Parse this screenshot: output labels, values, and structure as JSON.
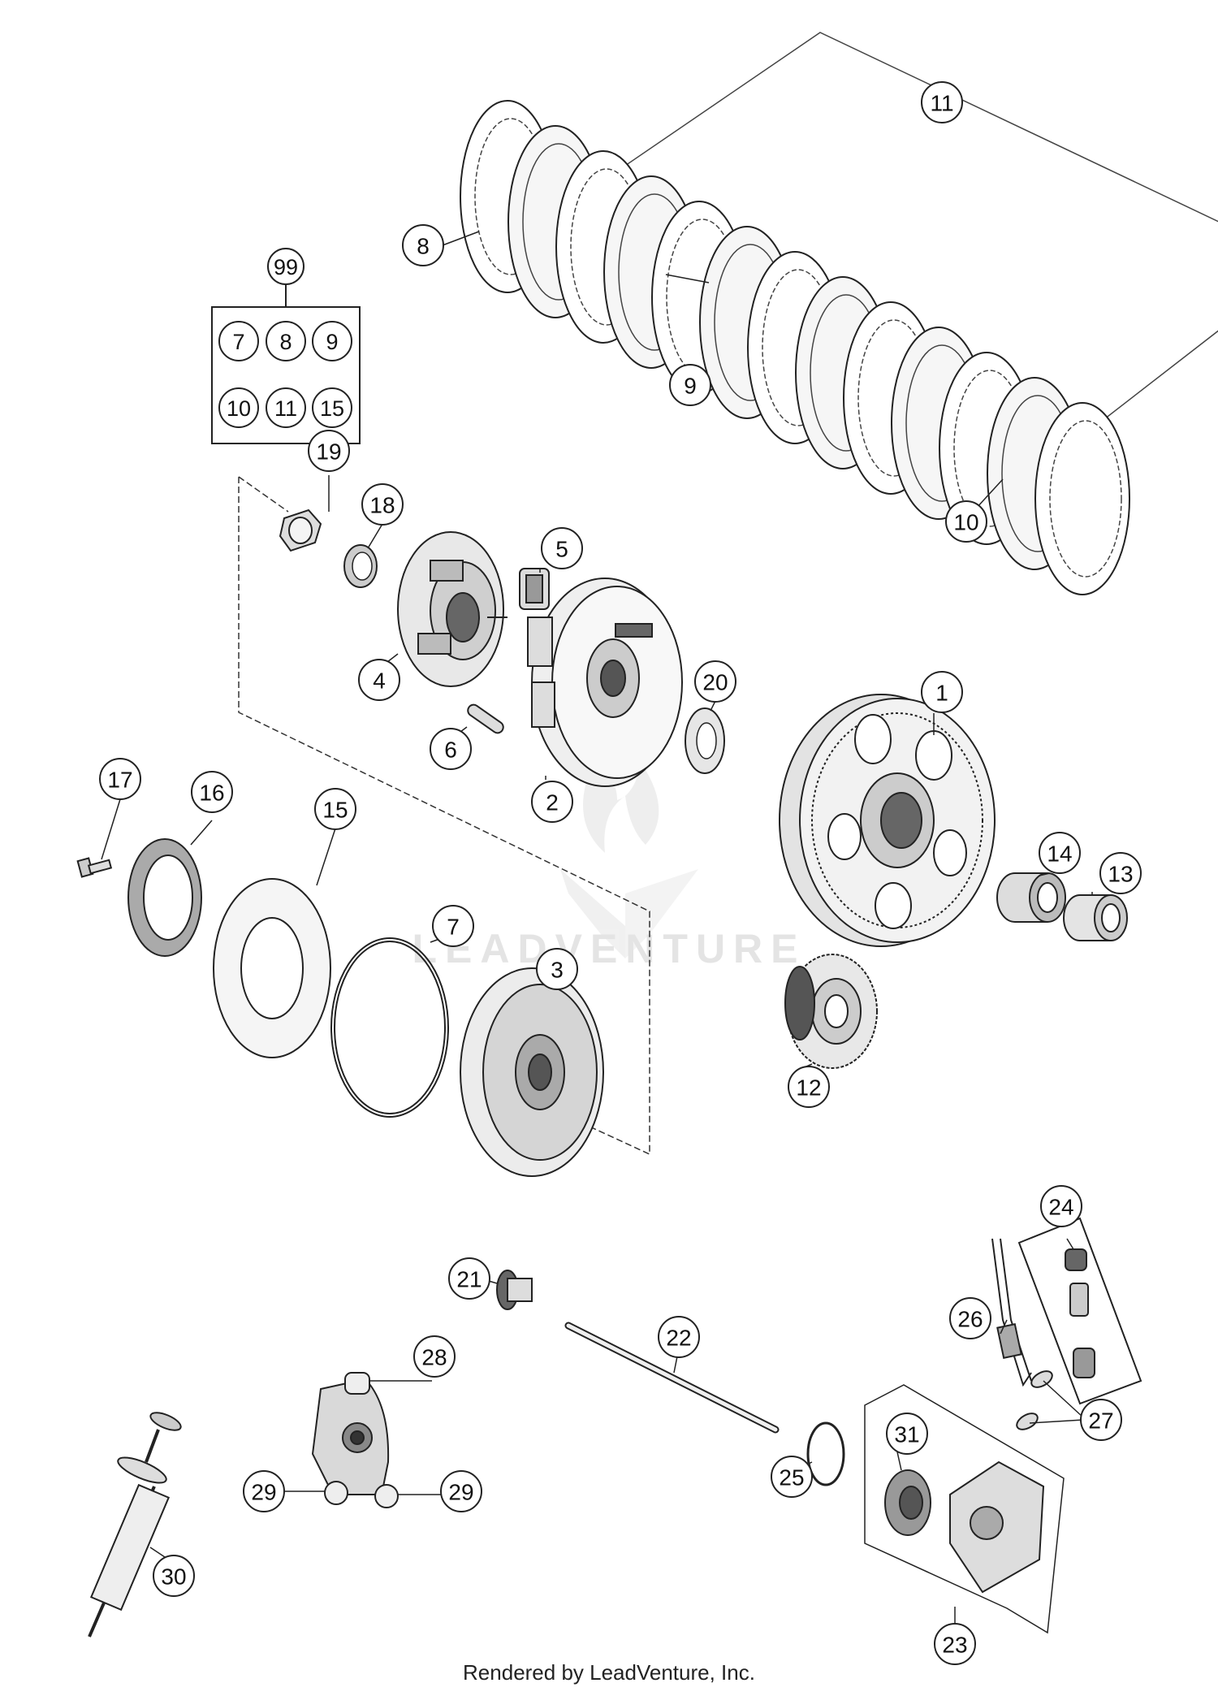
{
  "watermark": "LEADVENTURE",
  "footer": "Rendered by LeadVenture, Inc.",
  "kit": {
    "label": "99",
    "items": [
      "7",
      "8",
      "9",
      "10",
      "11",
      "15"
    ]
  },
  "callouts": {
    "c1": "1",
    "c2": "2",
    "c3": "3",
    "c4": "4",
    "c5": "5",
    "c6": "6",
    "c7": "7",
    "c8": "8",
    "c9": "9",
    "c10": "10",
    "c11": "11",
    "c12": "12",
    "c13": "13",
    "c14": "14",
    "c15": "15",
    "c16": "16",
    "c17": "17",
    "c18": "18",
    "c19": "19",
    "c20": "20",
    "c21": "21",
    "c22": "22",
    "c23": "23",
    "c24": "24",
    "c25": "25",
    "c26": "26",
    "c27": "27",
    "c28": "28",
    "c29a": "29",
    "c29b": "29",
    "c30": "30",
    "c31": "31"
  }
}
